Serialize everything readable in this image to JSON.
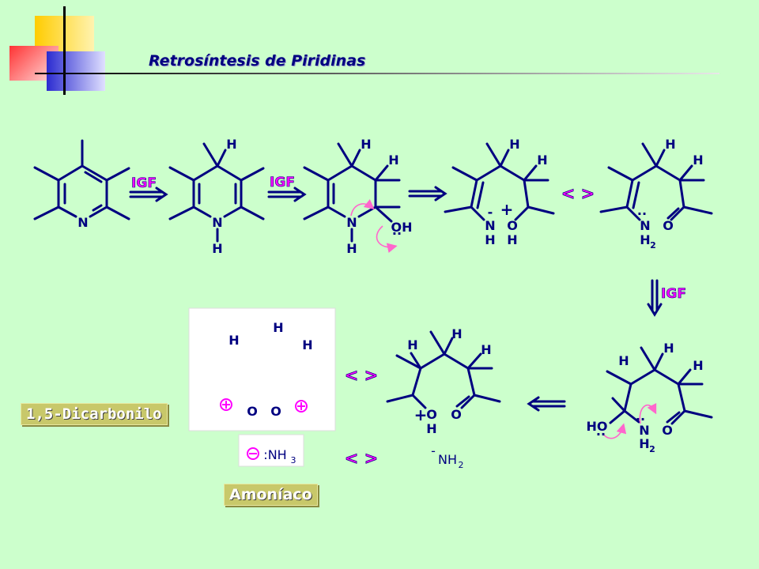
{
  "slide": {
    "title": "Retrosíntesis de Piridinas",
    "accent_colors": {
      "background": "#ccffcc",
      "structure": "#000080",
      "labels": "#ff00ff",
      "arrow_curve": "#ff66cc"
    }
  },
  "labels": {
    "igf": "IGF",
    "resonance": "< >",
    "dicarbonilo": "1,5-Dicarbonilo",
    "amoniaco": "Amoníaco"
  },
  "atoms": {
    "N": "N",
    "H": "H",
    "O": "O",
    "OH": "OH",
    "HO": "HO",
    "H2": "H",
    "sub2": "2",
    "sub3": "3",
    "NH3": ":NH",
    "NH2": "NH",
    "plus": "+",
    "minus": "-",
    "lonepair": "··"
  }
}
